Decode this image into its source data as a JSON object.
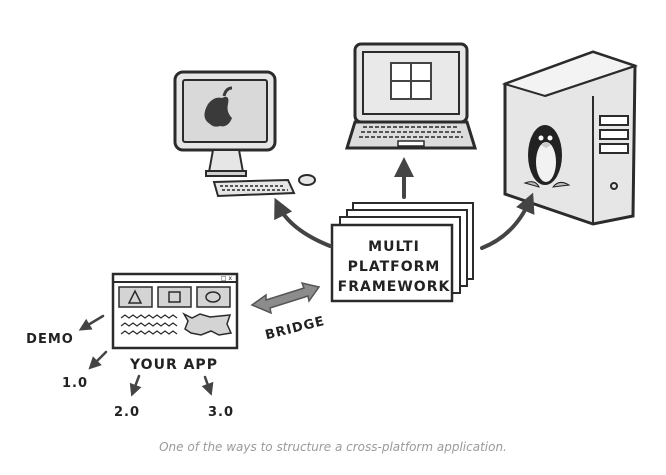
{
  "diagram": {
    "framework_lines": [
      "MULTI",
      "PLATFORM",
      "FRAMEWORK"
    ],
    "bridge_label": "BRIDGE",
    "app_label": "YOUR APP",
    "versions": {
      "demo": "DEMO",
      "v1": "1.0",
      "v2": "2.0",
      "v3": "3.0"
    },
    "app_window_controls": "_ □ x",
    "caption": "One of the ways to structure a cross-platform application."
  },
  "icons": {
    "imac": "apple-logo-icon",
    "laptop": "windows-logo-icon",
    "tower": "linux-penguin-icon"
  },
  "colors": {
    "stroke": "#2b2b2b",
    "screen_fill": "#d9d9d9",
    "device_fill": "#e6e6e6",
    "arrow_fill": "#444444",
    "bridge_fill": "#8c8c8c",
    "caption": "#9a9a9a"
  }
}
